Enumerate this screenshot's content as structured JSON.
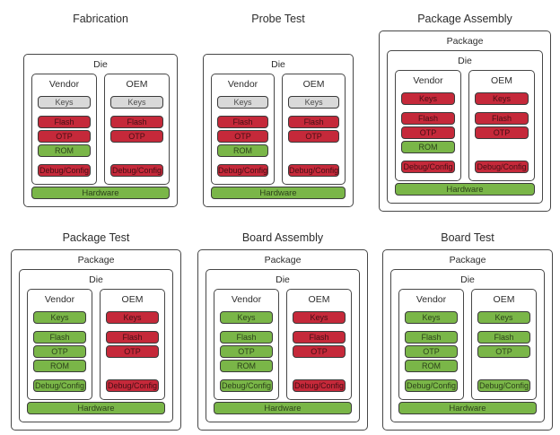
{
  "labels": {
    "package": "Package",
    "die": "Die",
    "hardware": "Hardware",
    "keys": "Keys",
    "flash": "Flash",
    "otp": "OTP",
    "rom": "ROM",
    "debug": "Debug/Config"
  },
  "colors": {
    "red": "#c5293a",
    "green": "#7ab648",
    "gray": "#d9d9d9",
    "box_border": "#474747",
    "block_border": "#3a3a3a",
    "text": "#2d2d2d",
    "background": "#ffffff"
  },
  "diagrams": [
    {
      "title": "Fabrication",
      "outer": "die",
      "vendor": {
        "label": "Vendor",
        "keys": "gray",
        "flash": "red",
        "otp": "red",
        "rom": "green",
        "debug": "red"
      },
      "oem": {
        "label": "OEM",
        "keys": "gray",
        "flash": "red",
        "otp": "red",
        "debug": "red"
      },
      "hardware": "green"
    },
    {
      "title": "Probe Test",
      "outer": "die",
      "vendor": {
        "label": "Vendor",
        "keys": "gray",
        "flash": "red",
        "otp": "red",
        "rom": "green",
        "debug": "red"
      },
      "oem": {
        "label": "OEM",
        "keys": "gray",
        "flash": "red",
        "otp": "red",
        "debug": "red"
      },
      "hardware": "green"
    },
    {
      "title": "Package Assembly",
      "outer": "package",
      "vendor": {
        "label": "Vendor",
        "keys": "red",
        "flash": "red",
        "otp": "red",
        "rom": "green",
        "debug": "red"
      },
      "oem": {
        "label": "OEM",
        "keys": "red",
        "flash": "red",
        "otp": "red",
        "debug": "red"
      },
      "hardware": "green"
    },
    {
      "title": "Package Test",
      "outer": "package",
      "vendor": {
        "label": "Vendor",
        "keys": "green",
        "flash": "green",
        "otp": "green",
        "rom": "green",
        "debug": "green"
      },
      "oem": {
        "label": "OEM",
        "keys": "red",
        "flash": "red",
        "otp": "red",
        "debug": "red"
      },
      "hardware": "green"
    },
    {
      "title": "Board Assembly",
      "outer": "package",
      "vendor": {
        "label": "Vendor",
        "keys": "green",
        "flash": "green",
        "otp": "green",
        "rom": "green",
        "debug": "green"
      },
      "oem": {
        "label": "OEM",
        "keys": "red",
        "flash": "red",
        "otp": "red",
        "debug": "red"
      },
      "hardware": "green"
    },
    {
      "title": "Board Test",
      "outer": "package",
      "vendor": {
        "label": "Vendor",
        "keys": "green",
        "flash": "green",
        "otp": "green",
        "rom": "green",
        "debug": "green"
      },
      "oem": {
        "label": "OEM",
        "keys": "green",
        "flash": "green",
        "otp": "green",
        "debug": "green"
      },
      "hardware": "green"
    }
  ]
}
